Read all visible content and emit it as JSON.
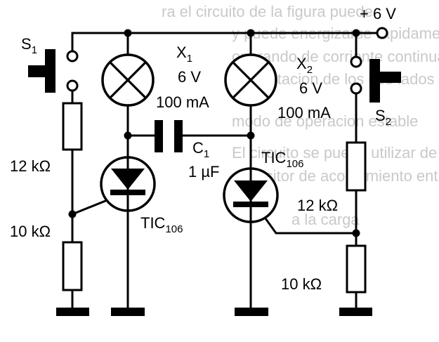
{
  "background_text": [
    "ra el circuito de la figura puede",
    "y puede energizarse rapidamente o",
    "operando de corriente continua",
    "alimentacion de los dos lados con",
    "modo de operacion estable",
    "El circuito se puede utilizar de",
    "capacitor de acoplamiento entre",
    "a la carga"
  ],
  "supply": {
    "label": "+ 6 V"
  },
  "switches": [
    {
      "ref": "S",
      "sub": "1"
    },
    {
      "ref": "S",
      "sub": "2"
    }
  ],
  "lamps": [
    {
      "ref": "X",
      "sub": "1",
      "voltage": "6 V",
      "current": "100 mA"
    },
    {
      "ref": "X",
      "sub": "2",
      "voltage": "6 V",
      "current": "100 mA"
    }
  ],
  "capacitor": {
    "ref": "C",
    "sub": "1",
    "value": "1 µF"
  },
  "resistors": {
    "left_upper": "12 kΩ",
    "left_lower": "10 kΩ",
    "right_upper": "12 kΩ",
    "right_lower": "10 kΩ"
  },
  "scrs": [
    {
      "part": "TIC",
      "num": "106"
    },
    {
      "part": "TIC",
      "num": "106"
    }
  ]
}
